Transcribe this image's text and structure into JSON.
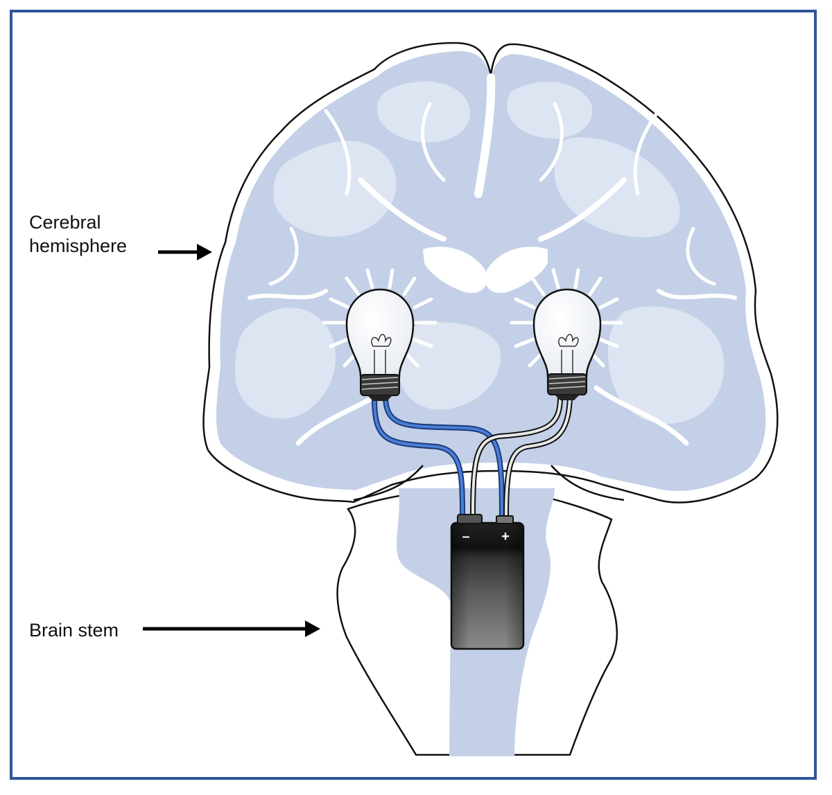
{
  "labels": {
    "cerebral_line1": "Cerebral",
    "cerebral_line2": "hemisphere",
    "brain_stem": "Brain stem"
  },
  "battery": {
    "negative_symbol": "–",
    "positive_symbol": "+"
  },
  "colors": {
    "frame": "#2f5597",
    "brain_fill": "#c3d0e7",
    "brain_light": "#dde5f2",
    "wire_blue": "#3b6bc4",
    "wire_gray": "#d8d8d8",
    "battery_body": "#555555"
  },
  "icons": [
    "light-bulb-icon",
    "battery-icon",
    "arrow-right-icon"
  ]
}
